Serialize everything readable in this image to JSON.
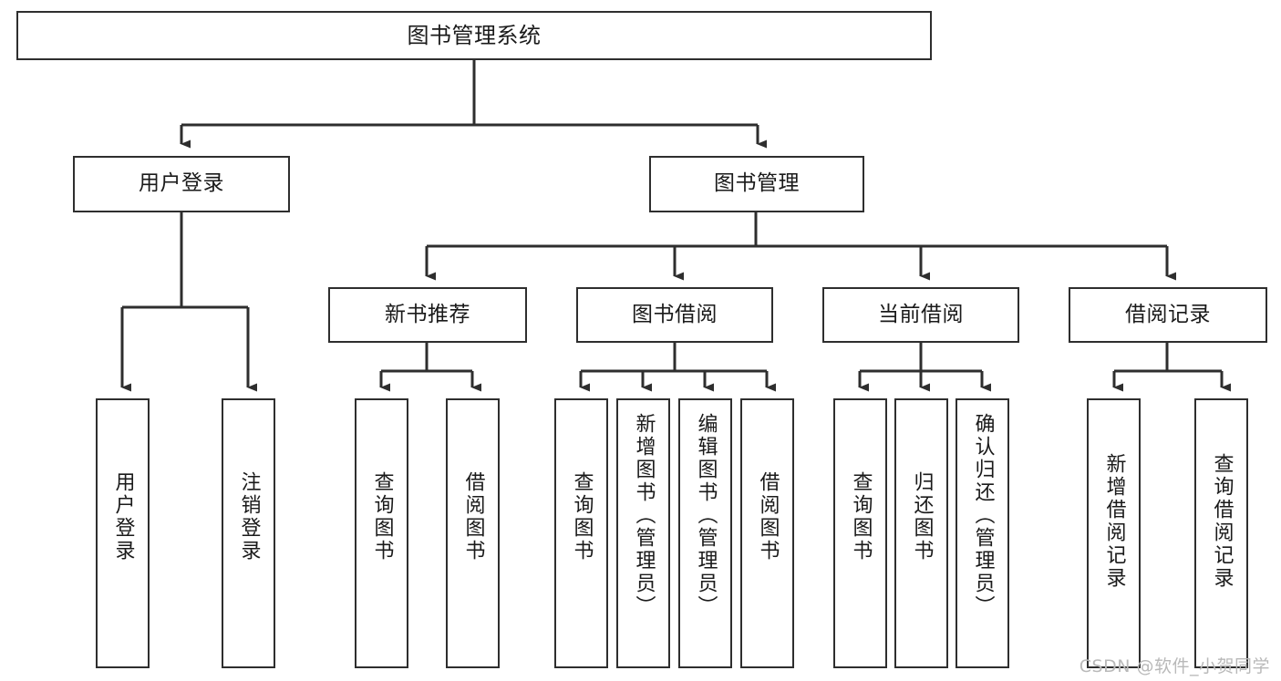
{
  "diagram": {
    "type": "tree",
    "title": "图书管理系统",
    "orientation": "top-down",
    "colors": {
      "box_border": "#2e2e2e",
      "box_fill": "#ffffff",
      "edge": "#2e2e2e",
      "text": "#1a1a1a",
      "watermark": "#b9b9b9",
      "background": "#ffffff"
    },
    "watermark": "CSDN @软件_小贺同学",
    "nodes": {
      "root": {
        "label": "图书管理系统"
      },
      "level1": [
        {
          "label": "用户登录"
        },
        {
          "label": "图书管理"
        }
      ],
      "level2": [
        {
          "label": "新书推荐"
        },
        {
          "label": "图书借阅"
        },
        {
          "label": "当前借阅"
        },
        {
          "label": "借阅记录"
        }
      ],
      "leaves": {
        "user_login": [
          {
            "label": "用户登录"
          },
          {
            "label": "注销登录"
          }
        ],
        "new_book_recommend": [
          {
            "label": "查询图书"
          },
          {
            "label": "借阅图书"
          }
        ],
        "book_borrow": [
          {
            "label": "查询图书"
          },
          {
            "label": "新增图书（管理员）"
          },
          {
            "label": "编辑图书（管理员）"
          },
          {
            "label": "借阅图书"
          }
        ],
        "current_borrow": [
          {
            "label": "查询图书"
          },
          {
            "label": "归还图书"
          },
          {
            "label": "确认归还（管理员）"
          }
        ],
        "borrow_record": [
          {
            "label": "新增借阅记录"
          },
          {
            "label": "查询借阅记录"
          }
        ]
      }
    }
  }
}
